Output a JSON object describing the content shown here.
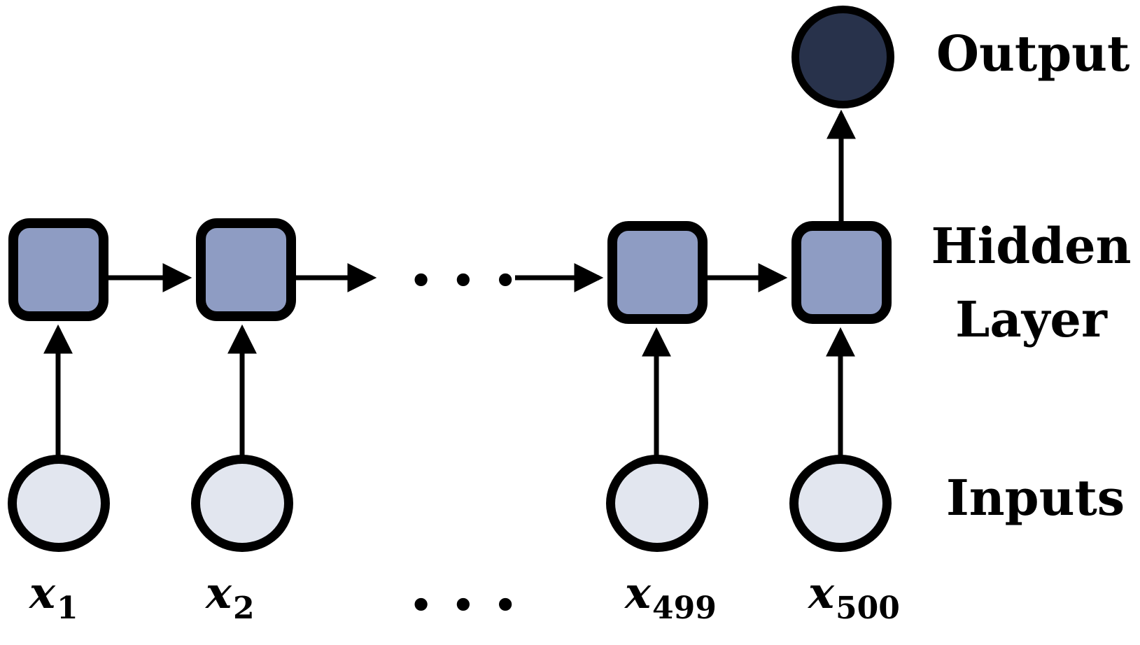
{
  "colors": {
    "background": "#ffffff",
    "stroke": "#000000",
    "hidden_fill": "#8e9cc3",
    "input_fill": "#e2e6ef",
    "output_fill": "#28324b"
  },
  "labels": {
    "output": "Output",
    "hidden_line1": "Hidden",
    "hidden_line2": "Layer",
    "inputs": "Inputs",
    "ellipsis": "•••"
  },
  "input_nodes": [
    {
      "base": "x",
      "sub": "1"
    },
    {
      "base": "x",
      "sub": "2"
    },
    {
      "base": "x",
      "sub": "499"
    },
    {
      "base": "x",
      "sub": "500"
    }
  ]
}
